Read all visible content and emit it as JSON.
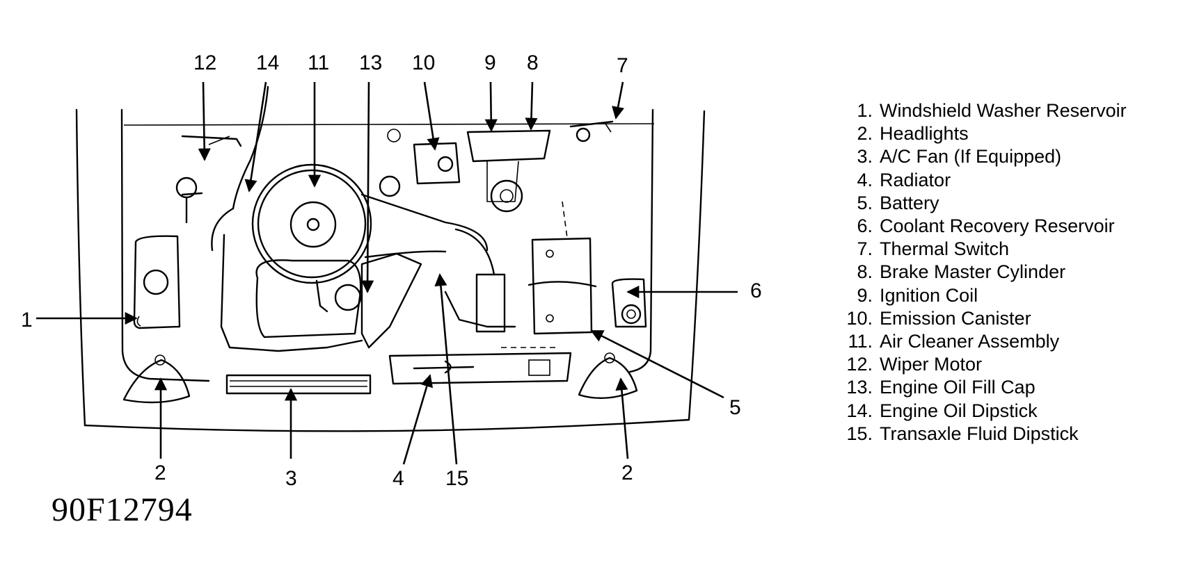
{
  "figure_id": "90F12794",
  "callouts": [
    "12",
    "14",
    "11",
    "13",
    "10",
    "9",
    "8",
    "7",
    "1",
    "6",
    "5",
    "2",
    "3",
    "4",
    "15",
    "2"
  ],
  "legend": [
    {
      "num": "1.",
      "label": "Windshield Washer Reservoir"
    },
    {
      "num": "2.",
      "label": "Headlights"
    },
    {
      "num": "3.",
      "label": "A/C Fan (If Equipped)"
    },
    {
      "num": "4.",
      "label": "Radiator"
    },
    {
      "num": "5.",
      "label": "Battery"
    },
    {
      "num": "6.",
      "label": "Coolant Recovery Reservoir"
    },
    {
      "num": "7.",
      "label": "Thermal Switch"
    },
    {
      "num": "8.",
      "label": "Brake Master Cylinder"
    },
    {
      "num": "9.",
      "label": "Ignition Coil"
    },
    {
      "num": "10.",
      "label": "Emission Canister"
    },
    {
      "num": "11.",
      "label": "Air Cleaner Assembly"
    },
    {
      "num": "12.",
      "label": "Wiper Motor"
    },
    {
      "num": "13.",
      "label": "Engine Oil Fill Cap"
    },
    {
      "num": "14.",
      "label": "Engine Oil Dipstick"
    },
    {
      "num": "15.",
      "label": "Transaxle Fluid Dipstick"
    }
  ]
}
